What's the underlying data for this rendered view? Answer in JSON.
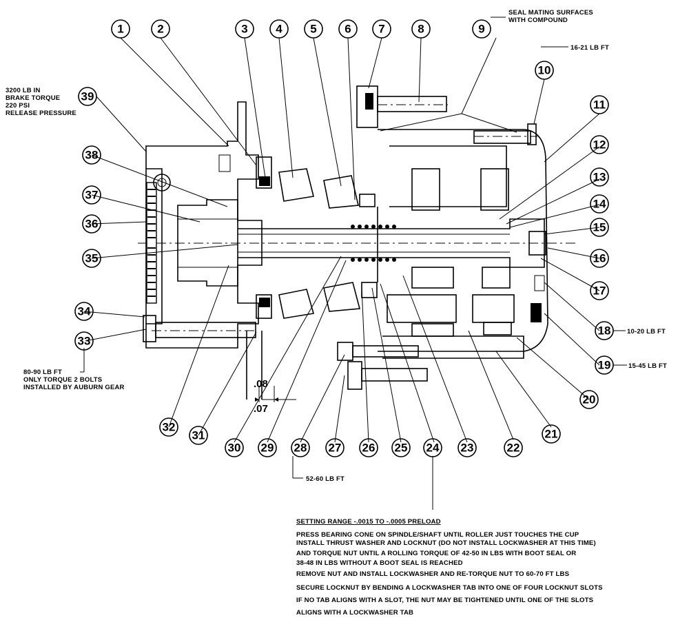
{
  "callouts": [
    "1",
    "2",
    "3",
    "4",
    "5",
    "6",
    "7",
    "8",
    "9",
    "10",
    "11",
    "12",
    "13",
    "14",
    "15",
    "16",
    "17",
    "18",
    "19",
    "20",
    "21",
    "22",
    "23",
    "24",
    "25",
    "26",
    "27",
    "28",
    "29",
    "30",
    "31",
    "32",
    "33",
    "34",
    "35",
    "36",
    "37",
    "38",
    "39"
  ],
  "annotations": {
    "seal_line1": "SEAL MATING SURFACES",
    "seal_line2": "WITH COMPOUND",
    "torque_10": "16-21 LB FT",
    "torque_18": "10-20 LB FT",
    "torque_19": "15-45 LB FT",
    "torque_28": "52-60 LB FT",
    "brake_line1": "3200 LB IN",
    "brake_line2": "BRAKE TORQUE",
    "brake_line3": "220 PSI",
    "brake_line4": "RELEASE PRESSURE",
    "bolts_line1": "80-90 LB FT",
    "bolts_line2": "ONLY TORQUE 2 BOLTS",
    "bolts_line3": "INSTALLED BY AUBURN GEAR",
    "gap_top": ".08",
    "gap_bottom": ".07"
  },
  "setting_title": "SETTING RANGE  -.0015 TO -.0005 PRELOAD",
  "setting_notes": [
    "PRESS BEARING CONE ON SPINDLE/SHAFT UNTIL ROLLER JUST TOUCHES THE CUP",
    "INSTALL THRUST WASHER AND LOCKNUT (DO NOT INSTALL LOCKWASHER AT THIS TIME)",
    "AND TORQUE NUT UNTIL A ROLLING TORQUE OF 42-50 IN LBS WITH BOOT SEAL OR",
    "38-48 IN LBS WITHOUT A BOOT SEAL IS REACHED",
    "REMOVE NUT AND INSTALL LOCKWASHER AND RE-TORQUE NUT TO 60-70 FT LBS",
    "SECURE LOCKNUT BY BENDING A LOCKWASHER TAB INTO ONE OF FOUR LOCKNUT SLOTS",
    "IF NO TAB ALIGNS WITH A SLOT, THE NUT MAY BE TIGHTENED UNTIL ONE OF THE SLOTS",
    "ALIGNS WITH A LOCKWASHER TAB"
  ]
}
